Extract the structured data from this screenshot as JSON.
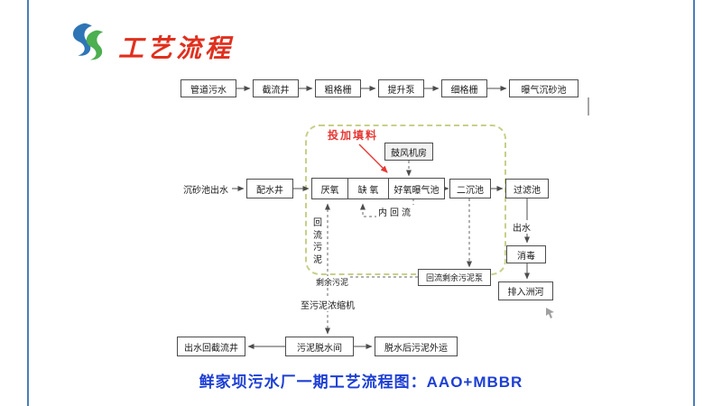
{
  "header": {
    "title": "工艺流程"
  },
  "caption": "鲜家坝污水厂一期工艺流程图：AAO+MBBR",
  "nodes": {
    "pipeline_sewage": "管道污水",
    "interception_well": "截流井",
    "coarse_screen": "粗格栅",
    "lift_pump": "提升泵",
    "fine_screen": "细格栅",
    "aerated_grit_chamber": "曝气沉砂池",
    "grit_effluent": "沉砂池出水",
    "distribution_well": "配水井",
    "anaerobic_tank": "厌氧",
    "anoxic_tank": "缺 氧",
    "aerobic_aeration_tank": "好氧曝气池",
    "secondary_clarifier": "二沉池",
    "filter_tank": "过滤池",
    "blower_room": "鼓风机房",
    "filler_dosing": "投加填料",
    "internal_reflux": "内回流",
    "return_sludge": "回流污泥",
    "effluent": "出水",
    "disinfection": "消毒",
    "discharge_to_river": "排入洲河",
    "reflux_surplus_sludge_pump": "回流剩余污泥泵",
    "surplus_sludge": "剩余污泥",
    "to_sludge_thickener": "至污泥浓缩机",
    "effluent_return_well": "出水回截流井",
    "sludge_dewatering_room": "污泥脱水间",
    "dewatered_sludge_out": "脱水后污泥外运"
  },
  "colors": {
    "title_red": "#e0301e",
    "caption_blue": "#1d3fd4",
    "dosing_red": "#e53935",
    "frame_dash_green": "#c9cf8a",
    "side_line_blue": "#4a7ebb",
    "logo_blue": "#2e75b6",
    "logo_green": "#4caf50",
    "box_border": "#4d4d4d"
  }
}
